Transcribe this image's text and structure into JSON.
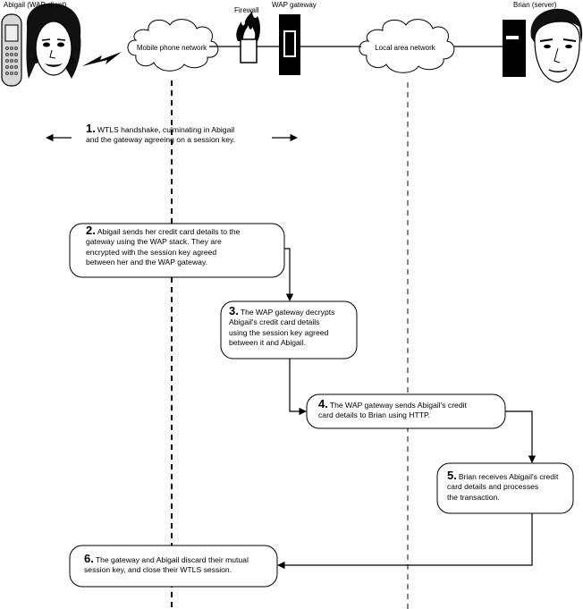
{
  "actors": {
    "client": "Abigail (WAP client)",
    "firewall": "Firewall",
    "gateway": "WAP gateway",
    "server": "Brian (server)"
  },
  "networks": {
    "mobile": "Mobile phone network",
    "lan": "Local area network"
  },
  "steps": [
    {
      "num": "1.",
      "text": "WTLS handshake, culminating in Abigail\nand the gateway agreeing on a session key."
    },
    {
      "num": "2.",
      "text": "Abigail sends her credit card details to the\ngateway using the WAP stack. They are\nencrypted with the session key agreed\nbetween her and the WAP gateway."
    },
    {
      "num": "3.",
      "text": "The WAP gateway decrypts\nAbigail's credit card details\nusing the session key agreed\nbetween it and Abigail."
    },
    {
      "num": "4.",
      "text": "The WAP gateway sends Abigail's credit\ncard details to Brian using HTTP."
    },
    {
      "num": "5.",
      "text": "Brian receives Abigail's credit\ncard details and processes\nthe transaction."
    },
    {
      "num": "6.",
      "text": "The gateway and Abigail discard their mutual\nsession key, and close their WTLS session."
    }
  ]
}
